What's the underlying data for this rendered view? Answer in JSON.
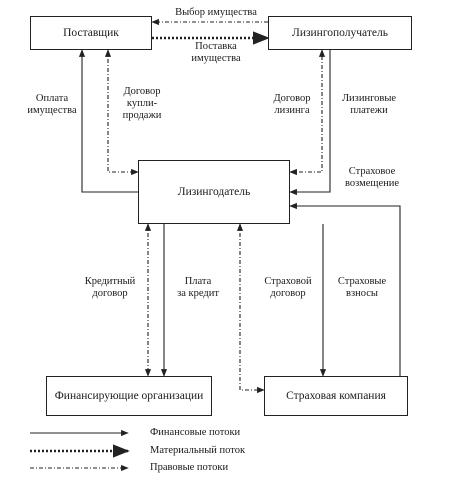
{
  "nodes": {
    "supplier": "Поставщик",
    "lessee": "Лизингополучатель",
    "lessor": "Лизингодатель",
    "financing": "Финансирующие организации",
    "insurer": "Страховая компания"
  },
  "labels": {
    "property_choice": "Выбор имущества",
    "property_supply": "Поставка\nимущества",
    "property_payment": "Оплата\nимущества",
    "purchase_contract": "Договор\nкупли-\nпродажи",
    "lease_contract": "Договор\nлизинга",
    "lease_payments": "Лизинговые\nплатежи",
    "insurance_compensation": "Страховое\nвозмещение",
    "credit_contract": "Кредитный\nдоговор",
    "credit_payment": "Плата\nза кредит",
    "insurance_contract": "Страховой\nдоговор",
    "insurance_fees": "Страховые\nвзносы"
  },
  "legend": {
    "financial": "Финансовые потоки",
    "material": "Материальный поток",
    "legal": "Правовые потоки"
  }
}
